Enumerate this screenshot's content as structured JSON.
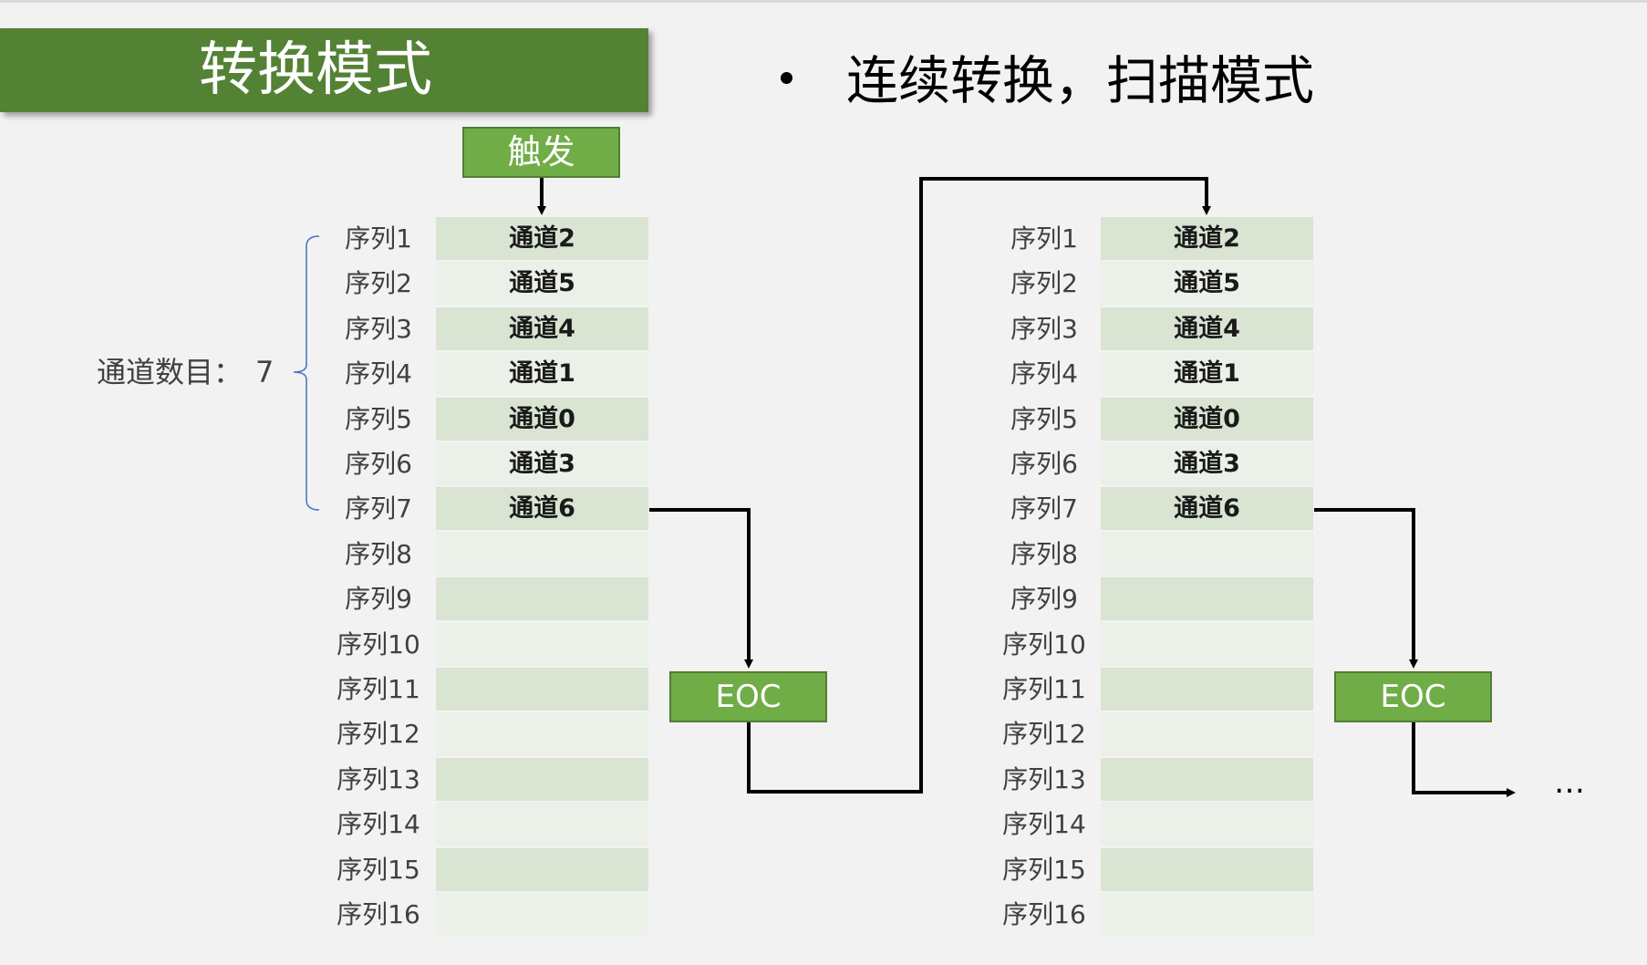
{
  "title": "转换模式",
  "bullet": "连续转换，扫描模式",
  "trigger_label": "触发",
  "eoc_label": "EOC",
  "channel_count_label": "通道数目：",
  "channel_count_value": "7",
  "ellipsis": "…",
  "sequences": [
    {
      "label": "序列1",
      "channel": "通道2"
    },
    {
      "label": "序列2",
      "channel": "通道5"
    },
    {
      "label": "序列3",
      "channel": "通道4"
    },
    {
      "label": "序列4",
      "channel": "通道1"
    },
    {
      "label": "序列5",
      "channel": "通道0"
    },
    {
      "label": "序列6",
      "channel": "通道3"
    },
    {
      "label": "序列7",
      "channel": "通道6"
    },
    {
      "label": "序列8",
      "channel": ""
    },
    {
      "label": "序列9",
      "channel": ""
    },
    {
      "label": "序列10",
      "channel": ""
    },
    {
      "label": "序列11",
      "channel": ""
    },
    {
      "label": "序列12",
      "channel": ""
    },
    {
      "label": "序列13",
      "channel": ""
    },
    {
      "label": "序列14",
      "channel": ""
    },
    {
      "label": "序列15",
      "channel": ""
    },
    {
      "label": "序列16",
      "channel": ""
    }
  ],
  "colors": {
    "banner": "#548235",
    "box_fill": "#70ad47",
    "cell_dark": "#d9e4d3",
    "cell_light": "#ebf0e8",
    "brace": "#4472c4"
  }
}
